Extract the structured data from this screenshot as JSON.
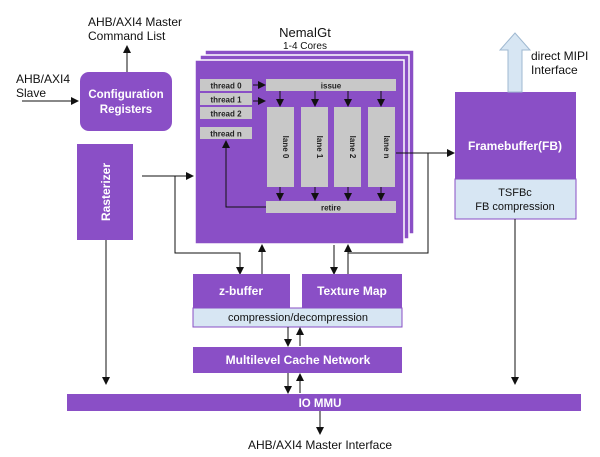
{
  "colors": {
    "purple": "#8a4fc6",
    "light_blue": "#d7e6f3",
    "gray": "#c8c8c8",
    "line": "#111111",
    "arrow_fill": "#d7e6f3"
  },
  "labels": {
    "ahb_master_cmd_line1": "AHB/AXI4 Master",
    "ahb_master_cmd_line2": "Command List",
    "ahb_slave_line1": "AHB/AXI4",
    "ahb_slave_line2": "Slave",
    "config_line1": "Configuration",
    "config_line2": "Registers",
    "rasterizer": "Rasterizer",
    "nemagt_title": "NemaǀGt",
    "nemagt_subtitle": "1-4 Cores",
    "threads": [
      "thread 0",
      "thread 1",
      "thread 2",
      "thread n"
    ],
    "issue": "issue",
    "retire": "retire",
    "lanes": [
      "lane 0",
      "lane 1",
      "lane 2",
      "lane n"
    ],
    "framebuffer": "Framebuffer(FB)",
    "fb_comp_line1": "TSFBc",
    "fb_comp_line2": "FB compression",
    "mipi_line1": "direct MIPI",
    "mipi_line2": "Interface",
    "zbuffer": "z-buffer",
    "texture_map": "Texture Map",
    "compression": "compression/decompression",
    "cache": "Multilevel Cache Network",
    "iommu": "IO MMU",
    "ahb_master_iface": "AHB/AXI4 Master Interface"
  }
}
